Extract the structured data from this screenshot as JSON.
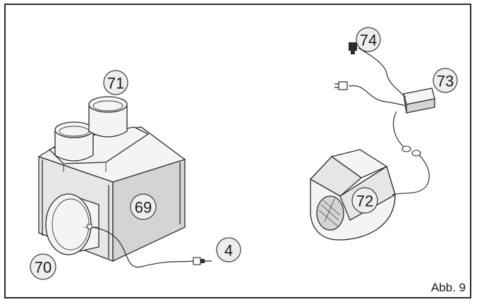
{
  "figure": {
    "label": "Abb. 9"
  },
  "callouts": [
    {
      "id": "c4",
      "text": "4"
    },
    {
      "id": "c69",
      "text": "69"
    },
    {
      "id": "c70",
      "text": "70"
    },
    {
      "id": "c71",
      "text": "71"
    },
    {
      "id": "c72",
      "text": "72"
    },
    {
      "id": "c73",
      "text": "73"
    },
    {
      "id": "c74",
      "text": "74"
    }
  ]
}
